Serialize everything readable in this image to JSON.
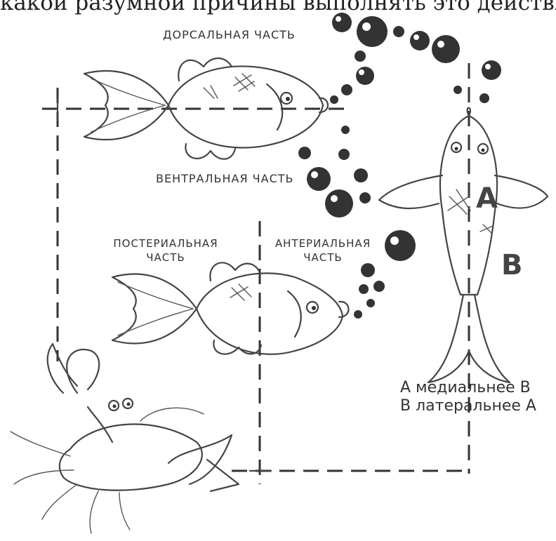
{
  "header": {
    "text": "какой разумной причины выполнять это действие"
  },
  "labels": {
    "dorsal": "дорсальная часть",
    "ventral": "вентральная часть",
    "posterior_1": "постериальная",
    "posterior_2": "часть",
    "anterior_1": "антериальная",
    "anterior_2": "часть",
    "point_a": "A",
    "point_b": "B"
  },
  "notes": {
    "line1": "А медиальнее В",
    "line2": "В латеральнее А"
  },
  "icons": [
    "fish-icon",
    "crayfish-icon",
    "bubble-icon"
  ],
  "colors": {
    "ink": "#444444",
    "background": "#ffffff"
  }
}
